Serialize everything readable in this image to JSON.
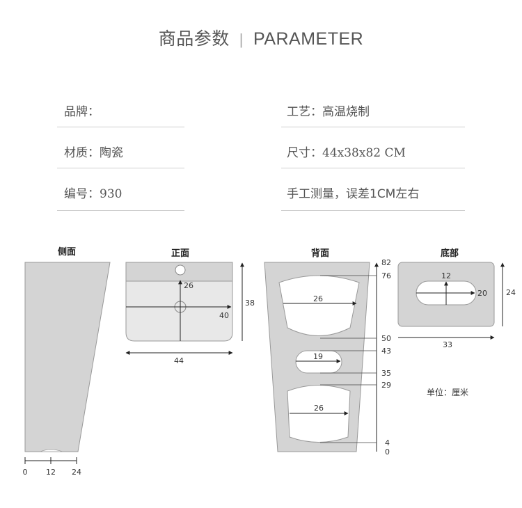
{
  "header": {
    "title_cn": "商品参数",
    "separator": "|",
    "title_en": "PARAMETER"
  },
  "params": {
    "brand": {
      "key": "品牌：",
      "value": ""
    },
    "material": {
      "key": "材质：",
      "value": "陶瓷"
    },
    "number": {
      "key": "编号：",
      "value": "930"
    },
    "craft": {
      "key": "工艺：",
      "value": "高温烧制"
    },
    "size": {
      "key": "尺寸：",
      "value": "44x38x82 CM"
    },
    "note": {
      "key": "",
      "value": "手工测量，误差1CM左右"
    }
  },
  "diagrams": {
    "side": {
      "title": "侧面",
      "dims": [
        "0",
        "12",
        "24"
      ]
    },
    "front": {
      "title": "正面",
      "dims": {
        "height_in": "26",
        "width_in": "40",
        "height": "38",
        "width": "44"
      }
    },
    "back": {
      "title": "背面",
      "widths": [
        "26",
        "19",
        "26"
      ],
      "scale": [
        "82",
        "76",
        "50",
        "43",
        "35",
        "29",
        "4",
        "0"
      ]
    },
    "bottom": {
      "title": "底部",
      "dims": {
        "slot_h": "12",
        "slot_w": "20",
        "height": "24",
        "width": "33"
      }
    },
    "unit": "单位：厘米"
  }
}
